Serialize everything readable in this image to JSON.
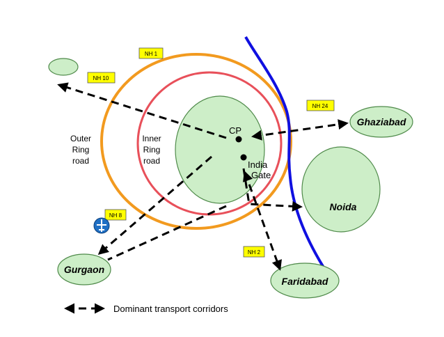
{
  "highways": {
    "nh1": "NH 1",
    "nh10": "NH 10",
    "nh24": "NH 24",
    "nh8": "NH 8",
    "nh2": "NH 2"
  },
  "rings": {
    "outer": [
      "Outer",
      "Ring",
      "road"
    ],
    "inner": [
      "Inner",
      "Ring",
      "road"
    ]
  },
  "places": {
    "cp": "CP",
    "india_gate": [
      "India",
      "Gate"
    ],
    "ghaziabad": "Ghaziabad",
    "noida": "Noida",
    "gurgaon": "Gurgaon",
    "faridabad": "Faridabad"
  },
  "legend": {
    "label": "Dominant transport corridors"
  },
  "icons": {
    "airport": "airplane-icon"
  },
  "colors": {
    "outer_ring": "#f29a1f",
    "inner_ring": "#e8505a",
    "river": "#1010e0",
    "region_fill": "#cdeec8",
    "region_stroke": "#4f8a4a",
    "badge_fill": "#ffff00",
    "arrow": "#000000"
  }
}
